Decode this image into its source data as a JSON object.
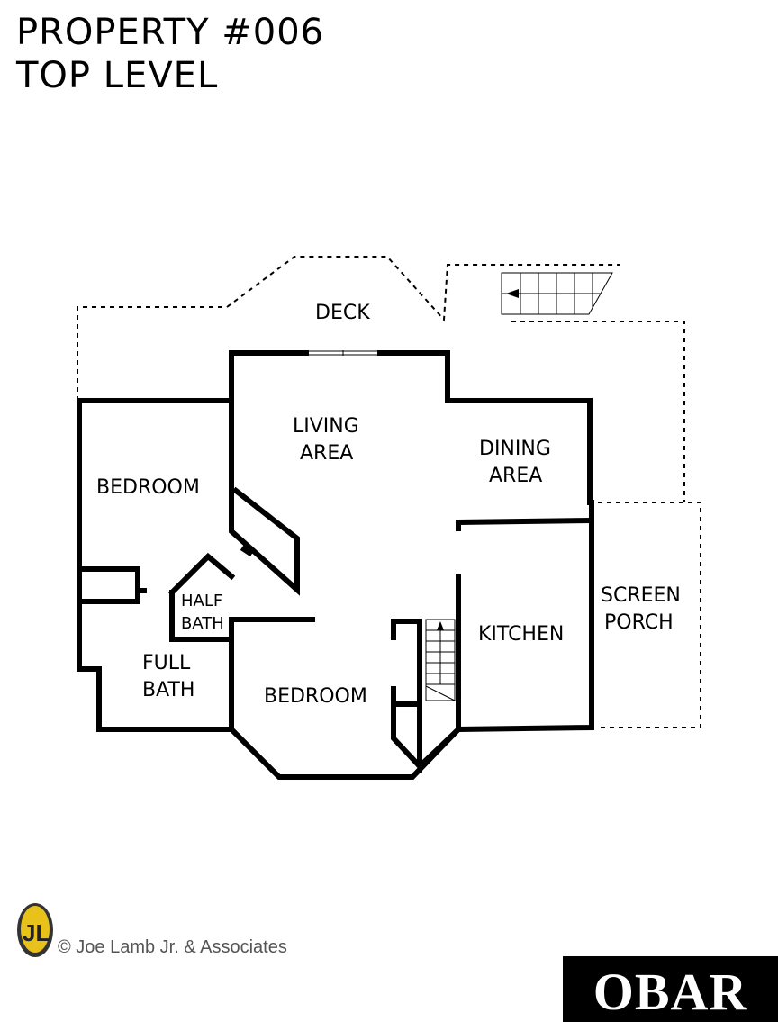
{
  "header": {
    "title_line1": "PROPERTY #006",
    "title_line2": "TOP LEVEL"
  },
  "rooms": {
    "deck": "DECK",
    "living_line1": "LIVING",
    "living_line2": "AREA",
    "dining_line1": "DINING",
    "dining_line2": "AREA",
    "bedroom_upper": "BEDROOM",
    "half_line1": "HALF",
    "half_line2": "BATH",
    "full_line1": "FULL",
    "full_line2": "BATH",
    "bedroom_lower": "BEDROOM",
    "kitchen": "KITCHEN",
    "screen_line1": "SCREEN",
    "screen_line2": "PORCH"
  },
  "footer": {
    "credit": "© Joe Lamb Jr. & Associates",
    "logo_mark": "JL",
    "obar": "OBAR"
  },
  "colors": {
    "wall": "#000000",
    "logo_yellow": "#e8c21a",
    "obar_bg": "#000000"
  }
}
